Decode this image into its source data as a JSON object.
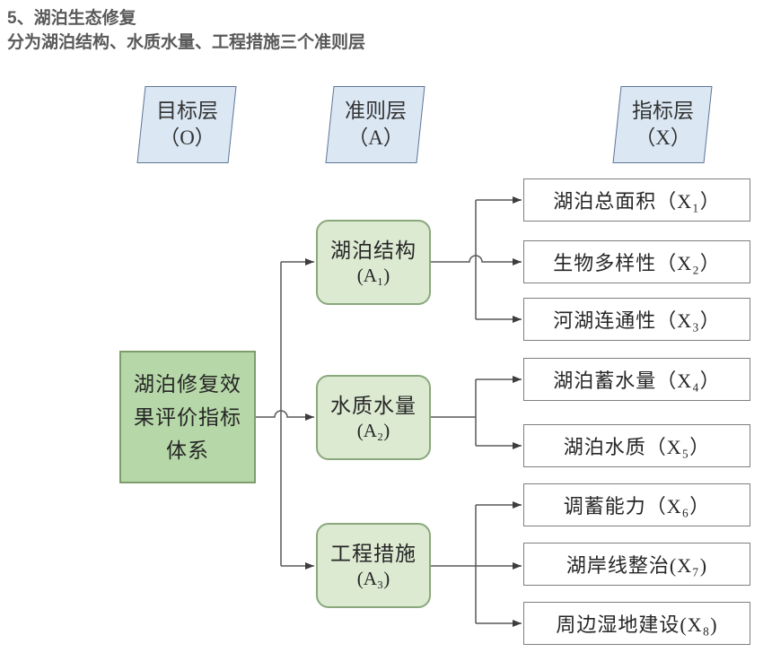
{
  "header": {
    "title": "5、湖泊生态修复",
    "subtitle": "分为湖泊结构、水质水量、工程措施三个准则层"
  },
  "diagram": {
    "layer_headers": [
      {
        "name": "目标层",
        "code": "（O）"
      },
      {
        "name": "准则层",
        "code": "（A）"
      },
      {
        "name": "指标层",
        "code": "（X）"
      }
    ],
    "goal_node": {
      "label": "湖泊修复效果评价指标体系"
    },
    "criteria_nodes": [
      {
        "name": "湖泊结构",
        "code": "(A₁)"
      },
      {
        "name": "水质水量",
        "code": "(A₂)"
      },
      {
        "name": "工程措施",
        "code": "(A₃)"
      }
    ],
    "indicator_nodes": [
      "湖泊总面积（X₁）",
      "生物多样性（X₂）",
      "河湖连通性（X₃）",
      "湖泊蓄水量（X₄）",
      "湖泊水质（X₅）",
      "调蓄能力（X₆）",
      "湖岸线整治(X₇)",
      "周边湿地建设(X₈)"
    ],
    "colors": {
      "layer_header_fill": "#dbe8f4",
      "goal_fill": "#b6d7a8",
      "criteria_fill": "#dcead2",
      "indicator_fill": "#ffffff",
      "connector": "#595959"
    }
  }
}
